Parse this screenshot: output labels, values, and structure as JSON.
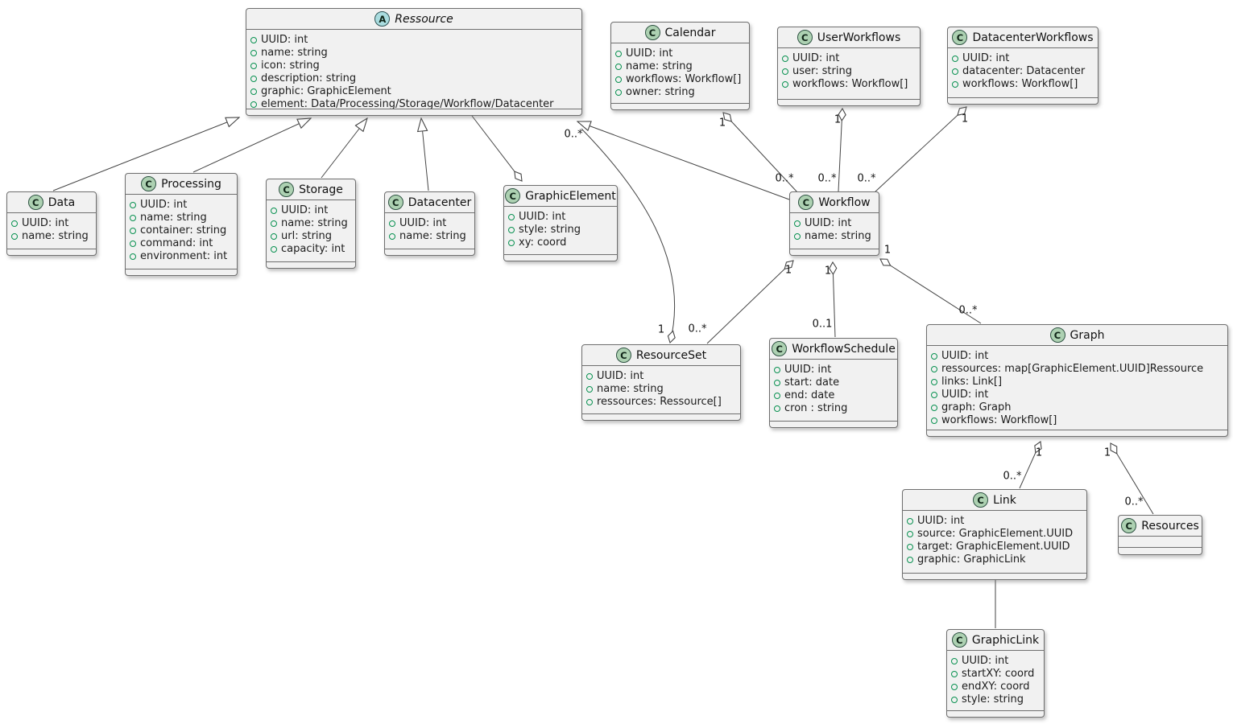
{
  "diagram": {
    "kind": "uml-class-diagram",
    "classes": [
      {
        "stereotype": "A",
        "name": "Ressource",
        "abstract": true,
        "attributes": [
          "UUID: int",
          "name: string",
          "icon: string",
          "description: string",
          "graphic: GraphicElement",
          "element: Data/Processing/Storage/Workflow/Datacenter"
        ]
      },
      {
        "stereotype": "C",
        "name": "Calendar",
        "attributes": [
          "UUID: int",
          "name: string",
          "workflows: Workflow[]",
          "owner: string"
        ]
      },
      {
        "stereotype": "C",
        "name": "UserWorkflows",
        "attributes": [
          "UUID: int",
          "user: string",
          "workflows: Workflow[]"
        ]
      },
      {
        "stereotype": "C",
        "name": "DatacenterWorkflows",
        "attributes": [
          "UUID: int",
          "datacenter: Datacenter",
          "workflows: Workflow[]"
        ]
      },
      {
        "stereotype": "C",
        "name": "Data",
        "attributes": [
          "UUID: int",
          "name: string"
        ]
      },
      {
        "stereotype": "C",
        "name": "Processing",
        "attributes": [
          "UUID: int",
          "name: string",
          "container: string",
          "command: int",
          "environment: int"
        ]
      },
      {
        "stereotype": "C",
        "name": "Storage",
        "attributes": [
          "UUID: int",
          "name: string",
          "url: string",
          "capacity: int"
        ]
      },
      {
        "stereotype": "C",
        "name": "Datacenter",
        "attributes": [
          "UUID: int",
          "name: string"
        ]
      },
      {
        "stereotype": "C",
        "name": "GraphicElement",
        "attributes": [
          "UUID: int",
          "style: string",
          "xy: coord"
        ]
      },
      {
        "stereotype": "C",
        "name": "Workflow",
        "attributes": [
          "UUID: int",
          "name: string"
        ]
      },
      {
        "stereotype": "C",
        "name": "ResourceSet",
        "attributes": [
          "UUID: int",
          "name: string",
          "ressources: Ressource[]"
        ]
      },
      {
        "stereotype": "C",
        "name": "WorkflowSchedule",
        "attributes": [
          "UUID: int",
          "start: date",
          "end: date",
          "cron : string"
        ]
      },
      {
        "stereotype": "C",
        "name": "Graph",
        "attributes": [
          "UUID: int",
          "ressources: map[GraphicElement.UUID]Ressource",
          "links: Link[]",
          "UUID: int",
          "graph: Graph",
          "workflows: Workflow[]"
        ]
      },
      {
        "stereotype": "C",
        "name": "Link",
        "attributes": [
          "UUID: int",
          "source: GraphicElement.UUID",
          "target: GraphicElement.UUID",
          "graphic: GraphicLink"
        ]
      },
      {
        "stereotype": "C",
        "name": "Resources",
        "attributes": []
      },
      {
        "stereotype": "C",
        "name": "GraphicLink",
        "attributes": [
          "UUID: int",
          "startXY: coord",
          "endXY: coord",
          "style: string"
        ]
      }
    ],
    "relationships": [
      {
        "from": "Calendar",
        "to": "Workflow",
        "type": "aggregation",
        "from_mult": "1",
        "to_mult": "0..*"
      },
      {
        "from": "UserWorkflows",
        "to": "Workflow",
        "type": "aggregation",
        "from_mult": "1",
        "to_mult": "0..*"
      },
      {
        "from": "DatacenterWorkflows",
        "to": "Workflow",
        "type": "aggregation",
        "from_mult": "1",
        "to_mult": "0..*"
      },
      {
        "from": "Data",
        "to": "Ressource",
        "type": "generalization"
      },
      {
        "from": "Processing",
        "to": "Ressource",
        "type": "generalization"
      },
      {
        "from": "Storage",
        "to": "Ressource",
        "type": "generalization"
      },
      {
        "from": "Datacenter",
        "to": "Ressource",
        "type": "generalization"
      },
      {
        "from": "Workflow",
        "to": "Ressource",
        "type": "generalization"
      },
      {
        "from": "GraphicElement",
        "to": "Ressource",
        "type": "aggregation"
      },
      {
        "from": "ResourceSet",
        "to": "Ressource",
        "type": "aggregation",
        "from_mult": "1",
        "to_mult": "0..*"
      },
      {
        "from": "Workflow",
        "to": "ResourceSet",
        "type": "aggregation",
        "from_mult": "1",
        "to_mult": "0..*"
      },
      {
        "from": "Workflow",
        "to": "WorkflowSchedule",
        "type": "aggregation",
        "from_mult": "1",
        "to_mult": "0..1"
      },
      {
        "from": "Workflow",
        "to": "Graph",
        "type": "aggregation",
        "from_mult": "1",
        "to_mult": "0..*"
      },
      {
        "from": "Graph",
        "to": "Link",
        "type": "aggregation",
        "from_mult": "1",
        "to_mult": "0..*"
      },
      {
        "from": "Graph",
        "to": "Resources",
        "type": "aggregation",
        "from_mult": "1",
        "to_mult": "0..*"
      },
      {
        "from": "Link",
        "to": "GraphicLink",
        "type": "association"
      }
    ],
    "colors": {
      "background": "#FFFFFF",
      "box_fill": "#F1F1F1",
      "box_border": "#6E6E6E",
      "connector_line": "#454545",
      "class_icon_fill": "#ADD1B2",
      "abstract_icon_fill": "#A9DCDF",
      "field_icon_ring": "#089150"
    }
  }
}
